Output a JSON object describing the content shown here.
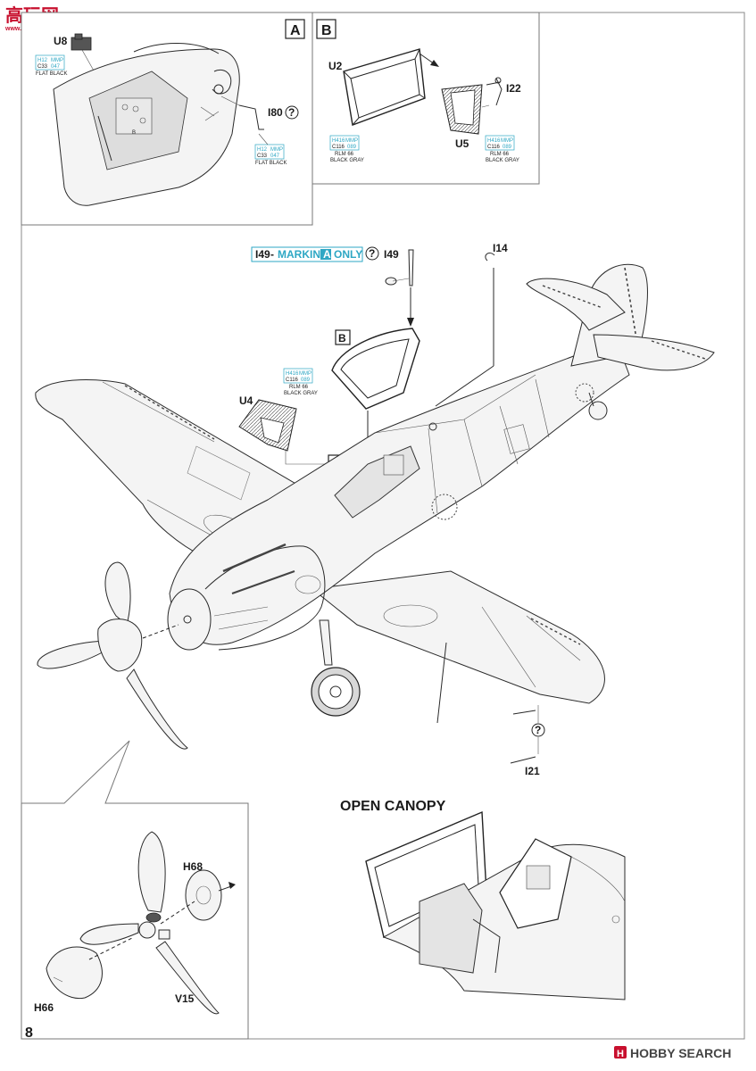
{
  "watermark_top": {
    "logo_text": "高玩网",
    "url": "www.gaowan.com"
  },
  "watermark_bottom": {
    "logo": "H",
    "brand": "HOBBY SEARCH"
  },
  "page_number": "8",
  "panel_a": {
    "tag": "A",
    "part_u8": "U8",
    "paint1": {
      "code1": "H12",
      "brand1": "MMP",
      "code2": "C33",
      "code3": "047",
      "name": "FLAT BLACK"
    },
    "part_i80": "I80",
    "question": "?",
    "paint2": {
      "code1": "H12",
      "brand1": "MMP",
      "code2": "C33",
      "code3": "047",
      "name": "FLAT BLACK"
    }
  },
  "panel_b": {
    "tag": "B",
    "part_u2": "U2",
    "part_i22": "I22",
    "part_u5": "U5",
    "paint1": {
      "code1": "H416",
      "brand1": "MMP",
      "code2": "C116",
      "code3": "089",
      "name1": "RLM 66",
      "name2": "BLACK GRAY"
    },
    "paint2": {
      "code1": "H416",
      "brand1": "MMP",
      "code2": "C116",
      "code3": "089",
      "name1": "RLM 66",
      "name2": "BLACK GRAY"
    }
  },
  "main": {
    "marking_note": {
      "part": "I49",
      "dash": "-",
      "word1": "MARKING",
      "tag": "A",
      "word2": "ONLY"
    },
    "question": "?",
    "part_i49": "I49",
    "part_i14": "I14",
    "tag_b": "B",
    "tag_a": "A",
    "paint": {
      "code1": "H416",
      "brand1": "MMP",
      "code2": "C116",
      "code3": "089",
      "name1": "RLM 66",
      "name2": "BLACK GRAY"
    },
    "part_u4": "U4",
    "part_i21": "I21"
  },
  "open_canopy": {
    "title": "OPEN CANOPY"
  },
  "propeller": {
    "part_h68": "H68",
    "part_h66": "H66",
    "part_v15": "V15"
  }
}
